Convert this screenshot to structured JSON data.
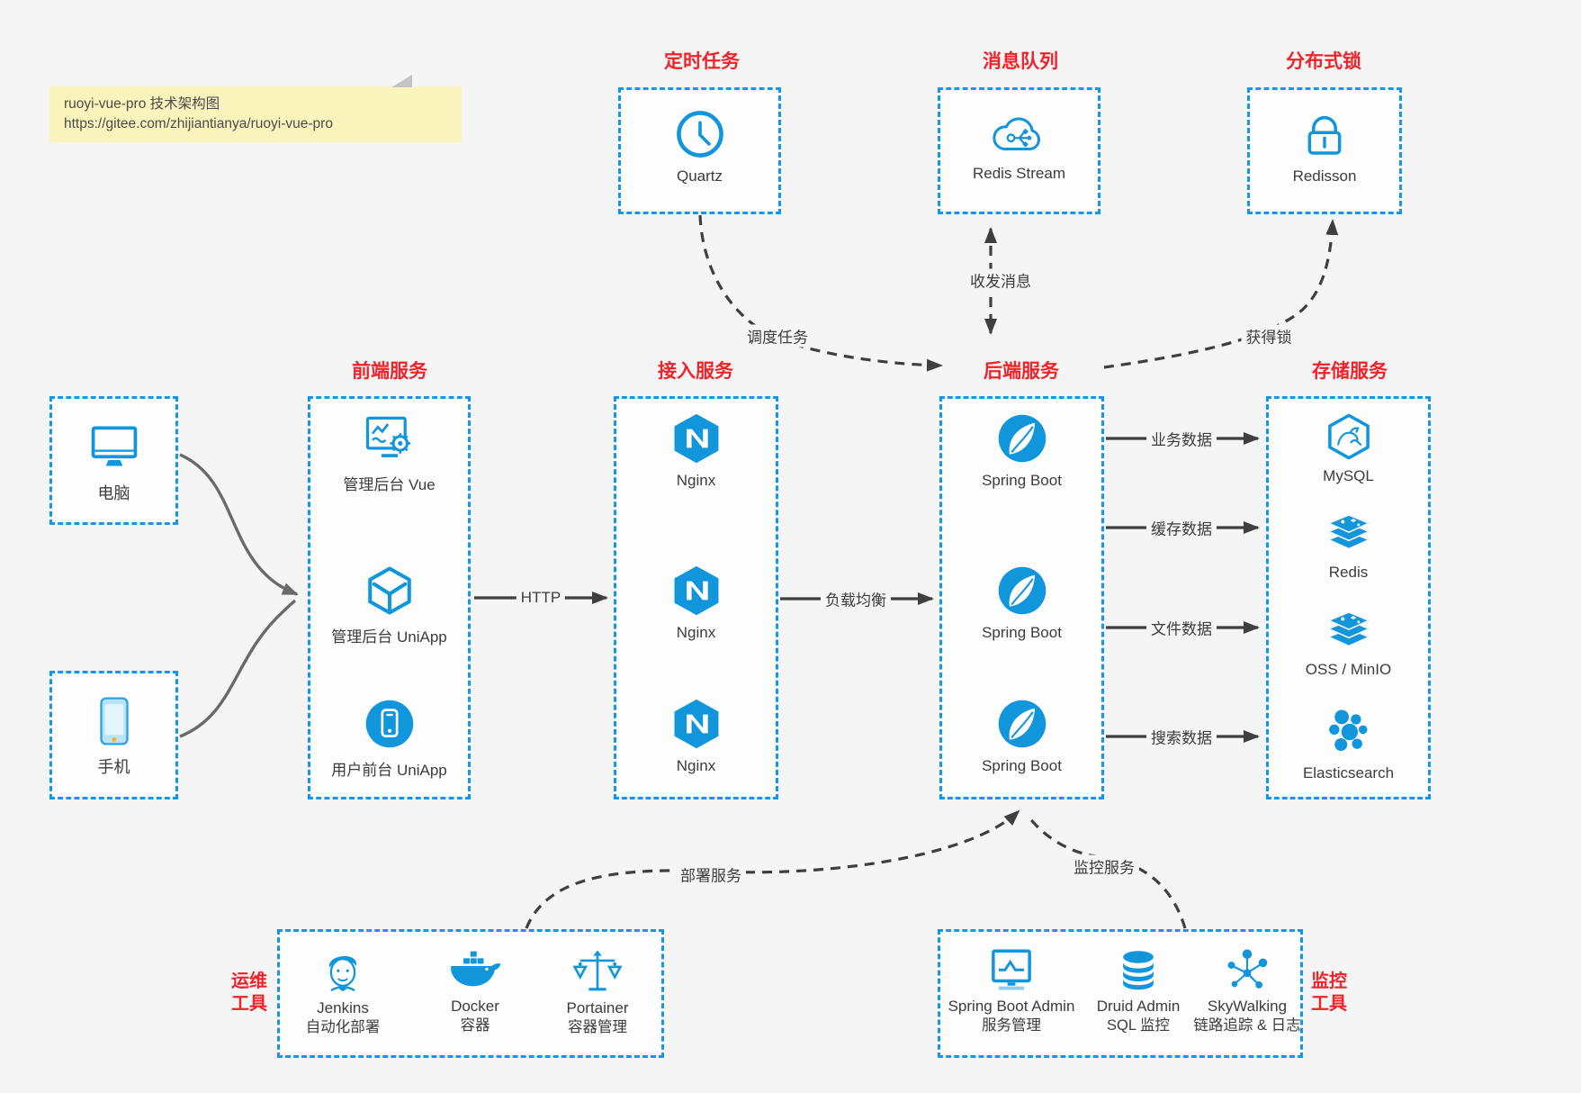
{
  "note": {
    "line1": "ruoyi-vue-pro 技术架构图",
    "line2": "https://gitee.com/zhijiantianya/ruoyi-vue-pro"
  },
  "clients": {
    "desktop": {
      "label": "电脑",
      "icon": "desktop-icon"
    },
    "phone": {
      "label": "手机",
      "icon": "phone-icon"
    }
  },
  "top_boxes": {
    "scheduler": {
      "title": "定时任务",
      "item": {
        "label": "Quartz",
        "icon": "clock-icon"
      }
    },
    "queue": {
      "title": "消息队列",
      "item": {
        "label": "Redis Stream",
        "icon": "cloud-stream-icon"
      }
    },
    "lock": {
      "title": "分布式锁",
      "item": {
        "label": "Redisson",
        "icon": "lock-icon"
      }
    }
  },
  "columns": {
    "frontend": {
      "title": "前端服务",
      "items": [
        {
          "label": "管理后台 Vue",
          "icon": "admin-vue-icon"
        },
        {
          "label": "管理后台 UniApp",
          "icon": "cube-icon"
        },
        {
          "label": "用户前台 UniApp",
          "icon": "mobile-app-icon"
        }
      ]
    },
    "gateway": {
      "title": "接入服务",
      "items": [
        {
          "label": "Nginx",
          "icon": "nginx-icon"
        },
        {
          "label": "Nginx",
          "icon": "nginx-icon"
        },
        {
          "label": "Nginx",
          "icon": "nginx-icon"
        }
      ]
    },
    "backend": {
      "title": "后端服务",
      "items": [
        {
          "label": "Spring Boot",
          "icon": "spring-icon"
        },
        {
          "label": "Spring Boot",
          "icon": "spring-icon"
        },
        {
          "label": "Spring Boot",
          "icon": "spring-icon"
        }
      ]
    },
    "storage": {
      "title": "存储服务",
      "items": [
        {
          "label": "MySQL",
          "icon": "mysql-icon"
        },
        {
          "label": "Redis",
          "icon": "redis-icon"
        },
        {
          "label": "OSS / MinIO",
          "icon": "object-storage-icon"
        },
        {
          "label": "Elasticsearch",
          "icon": "elasticsearch-icon"
        }
      ]
    }
  },
  "bottom_boxes": {
    "ops": {
      "title_line1": "运维",
      "title_line2": "工具",
      "items": [
        {
          "name": "Jenkins",
          "desc": "自动化部署",
          "icon": "jenkins-icon"
        },
        {
          "name": "Docker",
          "desc": "容器",
          "icon": "docker-icon"
        },
        {
          "name": "Portainer",
          "desc": "容器管理",
          "icon": "portainer-icon"
        }
      ]
    },
    "monitor": {
      "title_line1": "监控",
      "title_line2": "工具",
      "items": [
        {
          "name": "Spring Boot Admin",
          "desc": "服务管理",
          "icon": "spring-boot-admin-icon"
        },
        {
          "name": "Druid Admin",
          "desc": "SQL 监控",
          "icon": "druid-icon"
        },
        {
          "name": "SkyWalking",
          "desc": "链路追踪 & 日志",
          "icon": "skywalking-icon"
        }
      ]
    }
  },
  "edges": {
    "http": "HTTP",
    "load_balance": "负载均衡",
    "business_data": "业务数据",
    "cache_data": "缓存数据",
    "file_data": "文件数据",
    "search_data": "搜索数据",
    "schedule_task": "调度任务",
    "send_receive_message": "收发消息",
    "acquire_lock": "获得锁",
    "deploy_service": "部署服务",
    "monitor_service": "监控服务"
  },
  "colors": {
    "icon_blue": "#1296db",
    "border_blue": "#1398e9",
    "accent_red": "#f0232b",
    "wire_dark": "#3f3f3f",
    "wire_gray": "#6a6a6a",
    "note_bg": "#faf3bb",
    "background": "#f5f5f6"
  }
}
